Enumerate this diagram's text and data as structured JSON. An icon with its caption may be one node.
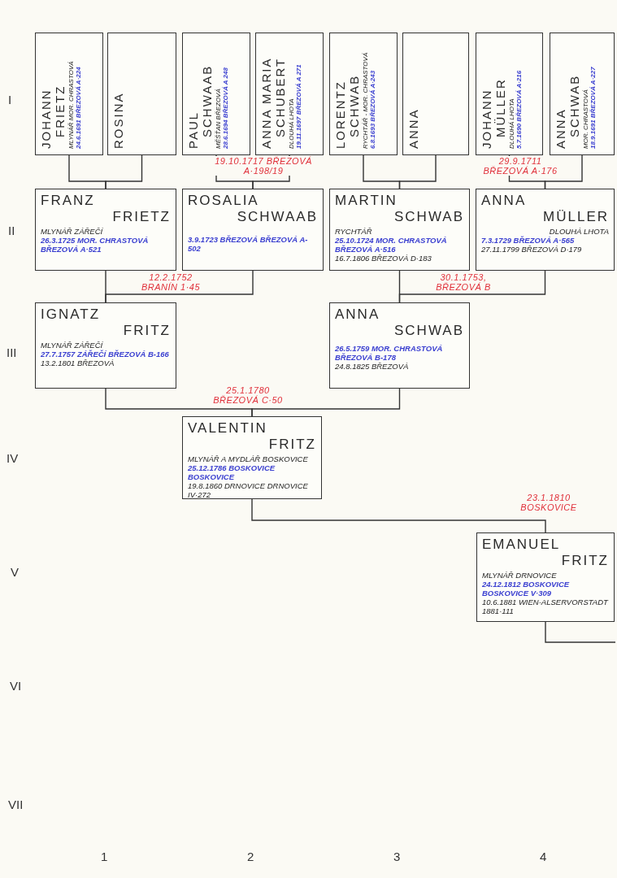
{
  "diagram": {
    "nodes": [
      {
        "text": [
          "JOHANN",
          "FRIETZ",
          "MLYNÁŘ MOR. CHRASTOVÁ",
          "24.6.1691 BŘEZOVÁ A·224"
        ]
      },
      {
        "text": [
          "ROSINA"
        ]
      },
      {
        "text": [
          "PAUL",
          "SCHWAAB",
          "MĚŠŤAN BŘEZOVÁ",
          "28.6.1694 BŘEZOVÁ A 248"
        ]
      },
      {
        "text": [
          "ANNA MARIA",
          "SCHUBERT",
          "DLOUHÁ LHOTA",
          "19.11.1697 BŘEZOVÁ A 271"
        ]
      },
      {
        "text": [
          "LORENTZ",
          "SCHWAB",
          "RYCHTÁŘ - MOR. CHRASTOVÁ",
          "6.8.1693 BŘEZOVÁ A·243"
        ]
      },
      {
        "text": [
          "ANNA"
        ]
      },
      {
        "text": [
          "JOHANN",
          "MÜLLER",
          "DLOUHÁ LHOTA",
          "5.7.1690 BŘEZOVÁ A·216"
        ]
      },
      {
        "text": [
          "ANNA",
          "SCHWAB",
          "MOR. CHRASTOVÁ",
          "18.9.1691 BŘEZOVÁ A·227"
        ]
      },
      {
        "text": [
          "FRANZ",
          "FRIETZ",
          "MLYNÁŘ ZÁŘEČÍ",
          "26.3.1725 MOR. CHRASTOVÁ BŘEZOVÁ A·521"
        ]
      },
      {
        "text": [
          "ROSALIA",
          "SCHWAAB",
          "3.9.1723 BŘEZOVÁ BŘEZOVÁ A-502"
        ]
      },
      {
        "text": [
          "MARTIN",
          "SCHWAB",
          "RYCHTÁŘ",
          "25.10.1724 MOR. CHRASTOVÁ BŘEZOVÁ A·516",
          "16.7.1806 BŘEZOVÁ D·183"
        ]
      },
      {
        "text": [
          "ANNA",
          "MÜLLER",
          "DLOUHÁ LHOTA",
          "7.3.1729 BŘEZOVÁ A·565",
          "27.11.1799 BŘEZOVÁ D·179"
        ]
      },
      {
        "text": [
          "IGNATZ",
          "FRITZ",
          "MLYNÁŘ ZÁŘEČÍ",
          "27.7.1757 ZÁŘEČÍ BŘEZOVÁ B-166",
          "13.2.1801 BŘEZOVÁ"
        ]
      },
      {
        "text": [
          "ANNA",
          "SCHWAB",
          "26.5.1759 MOR. CHRASTOVÁ BŘEZOVÁ B-178",
          "24.8.1825 BŘEZOVÁ"
        ]
      },
      {
        "text": [
          "VALENTIN",
          "FRITZ",
          "MLYNÁŘ A MYDLÁŘ BOSKOVICE",
          "25.12.1786 BOSKOVICE BOSKOVICE",
          "19.8.1860 DRNOVICE DRNOVICE IV·272"
        ]
      },
      {
        "text": [
          "EMANUEL",
          "FRITZ",
          "MLYNÁŘ DRNOVICE",
          "24.12.1812 BOSKOVICE BOSKOVICE V·309",
          "10.6.1881 WIEN-ALSERVORSTADT 1881·111"
        ]
      }
    ],
    "edges": [
      {
        "from": 0,
        "to": 8,
        "arrow": "none"
      },
      {
        "from": 1,
        "to": 8,
        "arrow": "none"
      },
      {
        "from": 2,
        "to": 9,
        "arrow": "none"
      },
      {
        "from": 3,
        "to": 9,
        "arrow": "none"
      },
      {
        "from": 4,
        "to": 10,
        "arrow": "none"
      },
      {
        "from": 5,
        "to": 10,
        "arrow": "none"
      },
      {
        "from": 6,
        "to": 11,
        "arrow": "none"
      },
      {
        "from": 7,
        "to": 11,
        "arrow": "none"
      },
      {
        "from": 8,
        "to": 12,
        "arrow": "none"
      },
      {
        "from": 9,
        "to": 12,
        "arrow": "none"
      },
      {
        "from": 10,
        "to": 13,
        "arrow": "none"
      },
      {
        "from": 11,
        "to": 13,
        "arrow": "none"
      },
      {
        "from": 12,
        "to": 14,
        "arrow": "none"
      },
      {
        "from": 13,
        "to": 14,
        "arrow": "none"
      },
      {
        "from": 14,
        "to": 15,
        "arrow": "none"
      },
      {
        "from": 15,
        "to": null,
        "arrow": "none"
      }
    ],
    "labels": [
      "I",
      "19.10.1717 BŘEZOVÁ A·198/19",
      "29.9.1711 BŘEZOVÁ A·176",
      "II",
      "12.2.1752 BRANÍN 1·45",
      "30.1.1753, BŘEZOVÁ B",
      "III",
      "25.1.1780 BŘEZOVÁ C·50",
      "IV",
      "23.1.1810 BOSKOVICE",
      "V",
      "VI",
      "VII",
      "1",
      "2",
      "3",
      "4"
    ]
  }
}
